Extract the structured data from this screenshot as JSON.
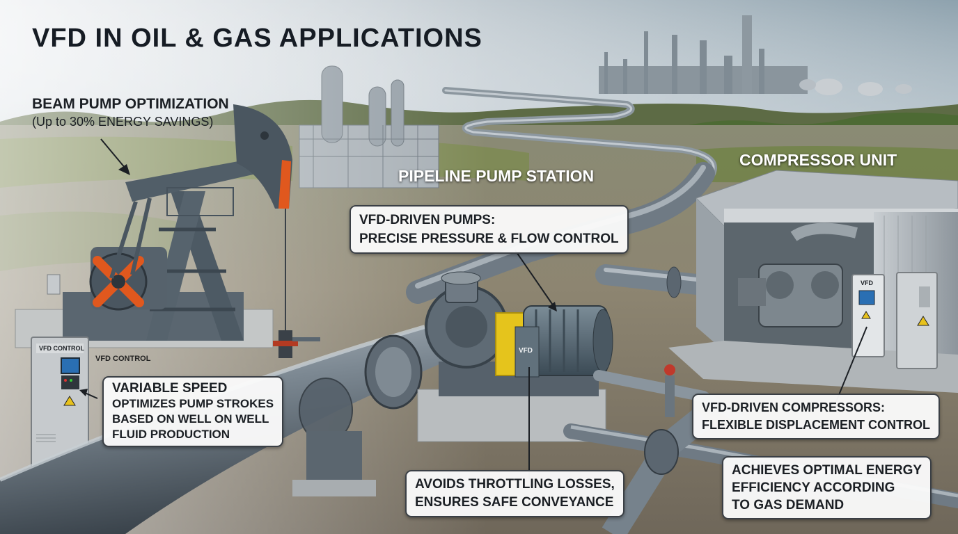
{
  "title": "VFD IN OIL & GAS APPLICATIONS",
  "beam_pump": {
    "heading": "BEAM PUMP OPTIMIZATION",
    "subheading": "(Up to 30% ENERGY SAVINGS)"
  },
  "pipeline_station_label": "PIPELINE PUMP STATION",
  "compressor_unit_label": "COMPRESSOR UNIT",
  "callouts": {
    "vfd_pumps": [
      "VFD-DRIVEN PUMPS:",
      "PRECISE PRESSURE & FLOW CONTROL"
    ],
    "variable_speed": [
      "VARIABLE SPEED",
      "OPTIMIZES PUMP STROKES",
      "BASED ON WELL ON WELL",
      "FLUID PRODUCTION"
    ],
    "throttling": [
      "AVOIDS THROTTLING LOSSES,",
      "ENSURES SAFE CONVEYANCE"
    ],
    "vfd_compressors": [
      "VFD-DRIVEN COMPRESSORS:",
      "FLEXIBLE DISPLACEMENT CONTROL"
    ],
    "energy_efficiency": [
      "ACHIEVES OPTIMAL ENERGY",
      "EFFICIENCY ACCORDING",
      "TO GAS DEMAND"
    ]
  },
  "labels": {
    "vfd_control_panel": "VFD CONTROL",
    "vfd_control_ground": "VFD CONTROL",
    "motor_vfd": "VFD",
    "compressor_vfd": "VFD"
  },
  "colors": {
    "sky_left": "#e4e8ec",
    "sky_right": "#8ea2ae",
    "ground": "#8f8876",
    "grass": "#6f7f46",
    "pipe": "#78848f",
    "pump_body": "#5a6a76",
    "accent_orange": "#e0581e",
    "coupling_yellow": "#e5c41c",
    "callout_border": "#3a3f45"
  }
}
